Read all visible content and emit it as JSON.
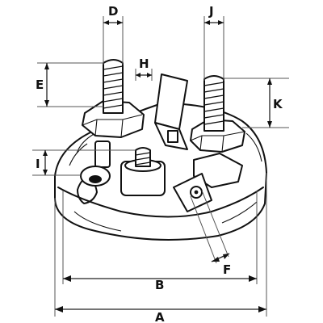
{
  "diagram": {
    "dimension_labels": {
      "A": "A",
      "B": "B",
      "D": "D",
      "E": "E",
      "F": "F",
      "H": "H",
      "I": "I",
      "J": "J",
      "K": "K"
    }
  }
}
